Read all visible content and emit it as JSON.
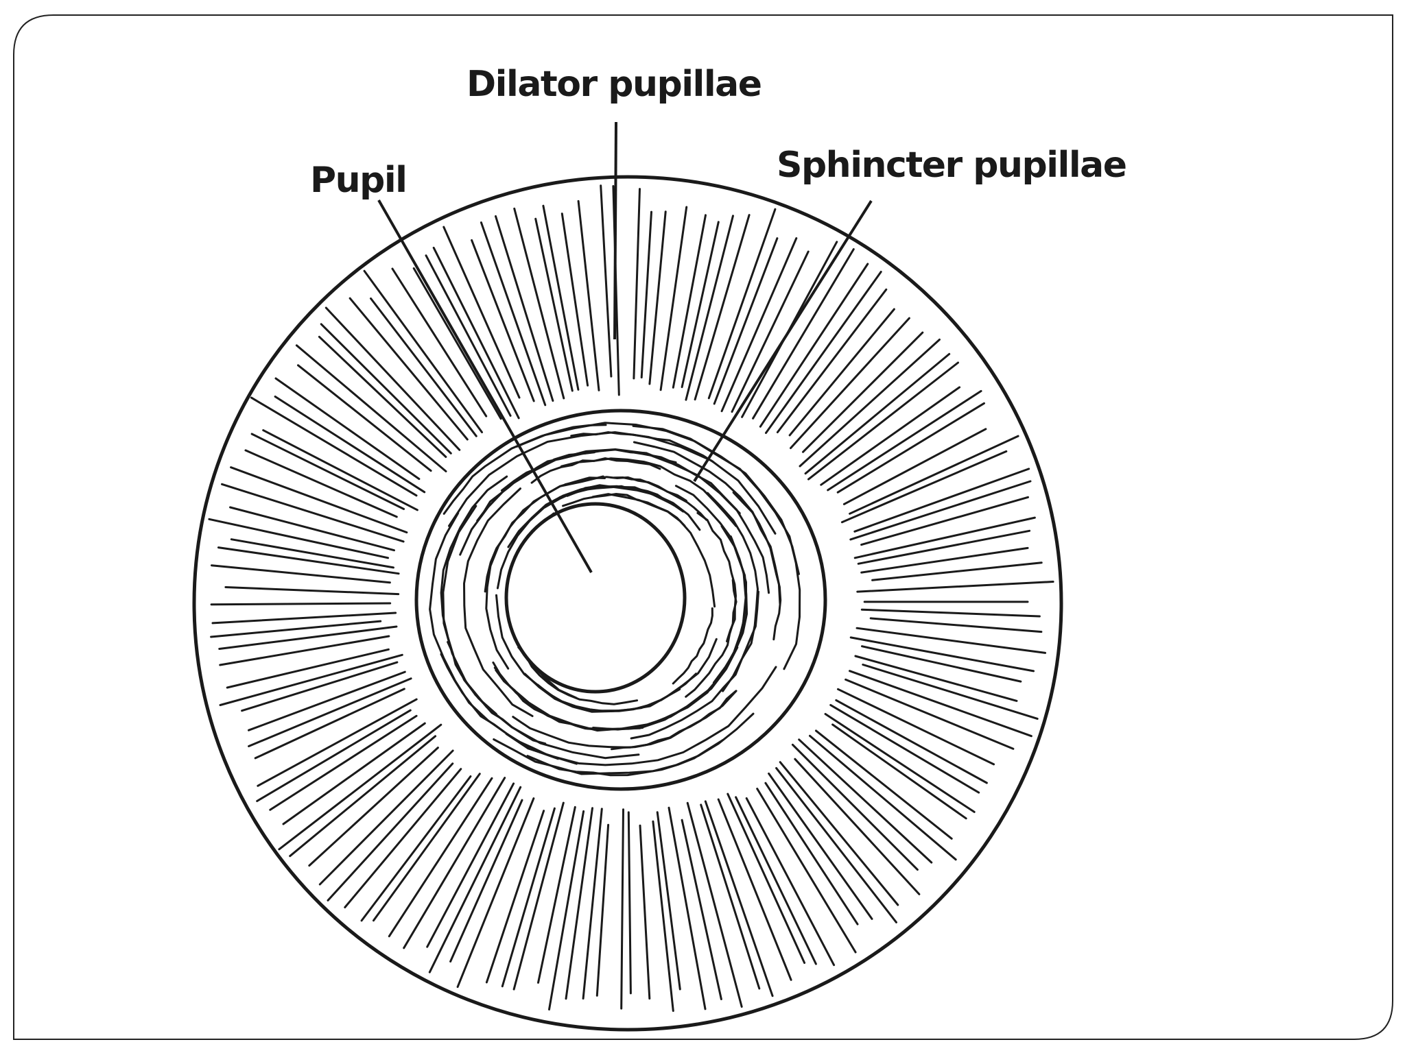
{
  "diagram": {
    "labels": {
      "dilator": "Dilator pupillae",
      "pupil": "Pupil",
      "sphincter": "Sphincter pupillae"
    }
  },
  "colors": {
    "ink": "#1a1a1a",
    "frame": "#222222",
    "background": "#ffffff"
  }
}
